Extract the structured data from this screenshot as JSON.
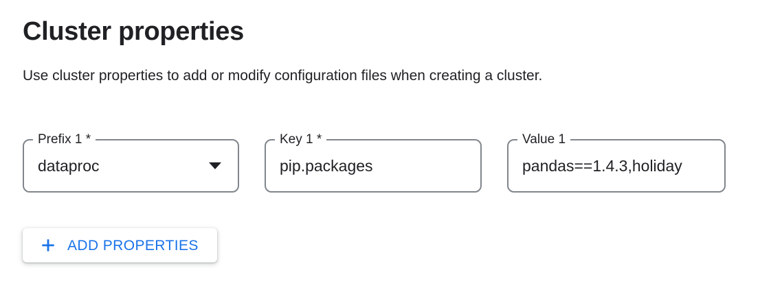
{
  "header": {
    "title": "Cluster properties",
    "description": "Use cluster properties to add or modify configuration files when creating a cluster."
  },
  "fields": [
    {
      "id": "prefix-1",
      "type": "select",
      "label": "Prefix 1 *",
      "value": "dataproc",
      "required": true,
      "icon": "dropdown-arrow-icon"
    },
    {
      "id": "key-1",
      "type": "text",
      "label": "Key 1 *",
      "value": "pip.packages",
      "required": true
    },
    {
      "id": "value-1",
      "type": "text",
      "label": "Value 1",
      "value": "pandas==1.4.3,holiday",
      "required": false,
      "note": "text clipped at right edge"
    }
  ],
  "actions": {
    "add_properties": {
      "label": "ADD PROPERTIES",
      "icon": "plus-icon"
    }
  },
  "colors": {
    "accent_blue": "#1a73e8",
    "field_border_gray": "#80868b",
    "text_dark": "#202124",
    "background": "#ffffff"
  }
}
